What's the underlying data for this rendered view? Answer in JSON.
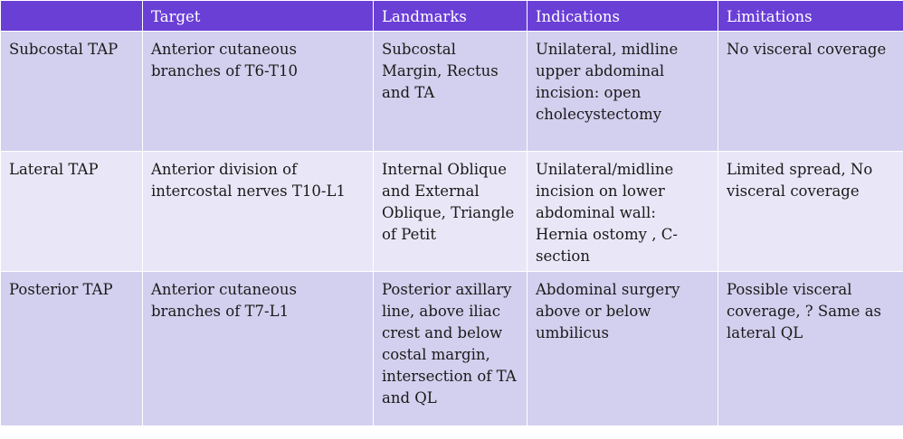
{
  "table": {
    "headers": [
      "",
      "Target",
      "Landmarks",
      "Indications",
      "Limitations"
    ],
    "rows": [
      [
        "Subcostal TAP",
        "Anterior cutaneous branches of T6-T10",
        "Subcostal Margin, Rectus and TA",
        "Unilateral, midline upper abdominal incision: open cholecystectomy",
        "No visceral coverage"
      ],
      [
        "Lateral TAP",
        "Anterior division of intercostal nerves T10-L1",
        "Internal Oblique and External Oblique, Triangle of Petit",
        "Unilateral/midline incision on lower abdominal wall: Hernia ostomy , C-section",
        "Limited spread, No visceral coverage"
      ],
      [
        "Posterior TAP",
        "Anterior cutaneous branches of T7-L1",
        "Posterior axillary line, above iliac crest and below costal margin, intersection of TA and QL",
        "Abdominal surgery above or below umbilicus",
        "Possible visceral coverage, ? Same as lateral QL"
      ]
    ]
  },
  "colors": {
    "header_bg": "#6a3fd6",
    "row_odd_bg": "#d3cfee",
    "row_even_bg": "#e9e7f7"
  }
}
